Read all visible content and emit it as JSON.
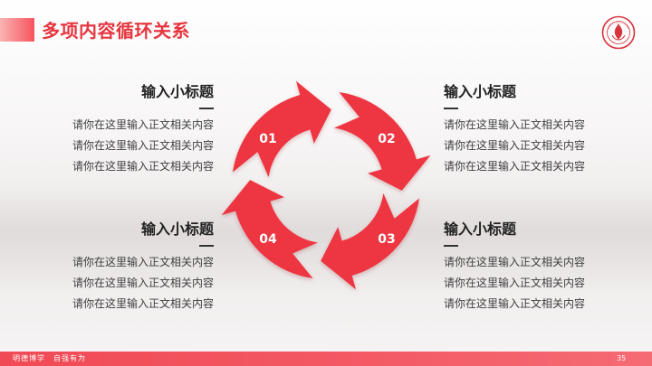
{
  "header": {
    "title": "多项内容循环关系"
  },
  "theme": {
    "accent": "#e7353f",
    "cycle_color": "#ee3642"
  },
  "sections": [
    {
      "subtitle": "输入小标题",
      "lines": [
        "请你在这里输入正文相关内容",
        "请你在这里输入正文相关内容",
        "请你在这里输入正文相关内容"
      ]
    },
    {
      "subtitle": "输入小标题",
      "lines": [
        "请你在这里输入正文相关内容",
        "请你在这里输入正文相关内容",
        "请你在这里输入正文相关内容"
      ]
    },
    {
      "subtitle": "输入小标题",
      "lines": [
        "请你在这里输入正文相关内容",
        "请你在这里输入正文相关内容",
        "请你在这里输入正文相关内容"
      ]
    },
    {
      "subtitle": "输入小标题",
      "lines": [
        "请你在这里输入正文相关内容",
        "请你在这里输入正文相关内容",
        "请你在这里输入正文相关内容"
      ]
    }
  ],
  "cycle": {
    "labels": [
      "01",
      "02",
      "03",
      "04"
    ]
  },
  "footer": {
    "motto": "明德博学　自强有为",
    "page_number": "35"
  },
  "logo": {
    "icon": "university-seal-icon"
  }
}
